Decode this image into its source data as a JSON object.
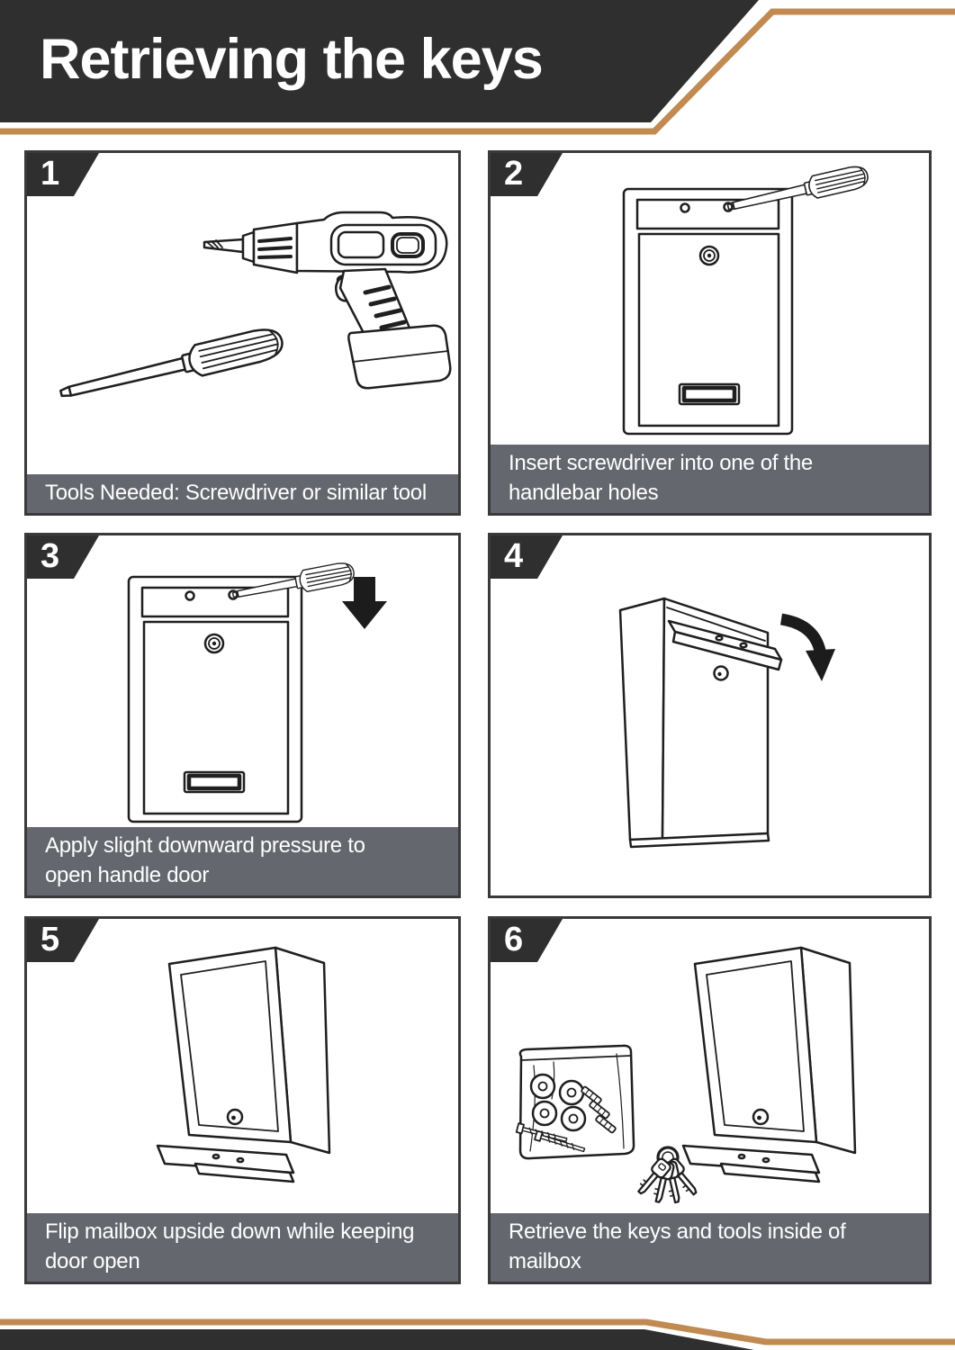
{
  "page": {
    "title": "Retrieving the keys"
  },
  "palette": {
    "banner_dark": "#2f2f2f",
    "accent_copper": "#c08a52",
    "caption_gray": "#64676e",
    "line_art": "#1f1f1f",
    "text_white": "#ffffff"
  },
  "steps": [
    {
      "number": "1",
      "caption_lines": [
        "Tools Needed: Screwdriver or similar tool"
      ],
      "illustration": "drill-and-screwdriver"
    },
    {
      "number": "2",
      "caption_lines": [
        "Insert screwdriver into one of the",
        "handlebar holes"
      ],
      "illustration": "mailbox-front-screwdriver-in-handlebar-hole"
    },
    {
      "number": "3",
      "caption_lines": [
        "Apply slight downward pressure to",
        "open handle door"
      ],
      "illustration": "mailbox-front-screwdriver-down-arrow"
    },
    {
      "number": "4",
      "caption_lines": [],
      "illustration": "mailbox-3d-handle-door-opening-curved-arrow"
    },
    {
      "number": "5",
      "caption_lines": [
        "Flip mailbox upside down while keeping",
        "door open"
      ],
      "illustration": "mailbox-upside-down-door-open"
    },
    {
      "number": "6",
      "caption_lines": [
        "Retrieve the keys and tools inside of",
        "mailbox"
      ],
      "illustration": "hardware-bag-keys-and-mailbox"
    }
  ]
}
